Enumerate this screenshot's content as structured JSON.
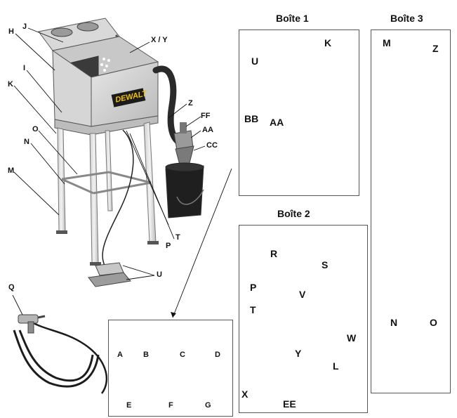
{
  "headers": {
    "box1": "Boîte 1",
    "box2": "Boîte 2",
    "box3": "Boîte 3"
  },
  "brand": "DEWALT",
  "cabinet_labels": {
    "H": "H",
    "J": "J",
    "XY": "X / Y",
    "I": "I",
    "K": "K",
    "O": "O",
    "N": "N",
    "M": "M",
    "Z": "Z",
    "FF": "FF",
    "AA": "AA",
    "CC": "CC",
    "P": "P",
    "T": "T",
    "U": "U",
    "Q": "Q"
  },
  "box1_labels": {
    "U": "U",
    "K": "K",
    "BB": "BB",
    "AA": "AA"
  },
  "box2_labels": {
    "R": "R",
    "S": "S",
    "P": "P",
    "V": "V",
    "T": "T",
    "W": "W",
    "X": "X",
    "Y": "Y",
    "L": "L",
    "EE": "EE"
  },
  "box3_labels": {
    "M": "M",
    "Z": "Z",
    "N": "N",
    "O": "O"
  },
  "hardware_labels": {
    "A": "A",
    "B": "B",
    "C": "C",
    "D": "D",
    "E": "E",
    "F": "F",
    "G": "G"
  }
}
